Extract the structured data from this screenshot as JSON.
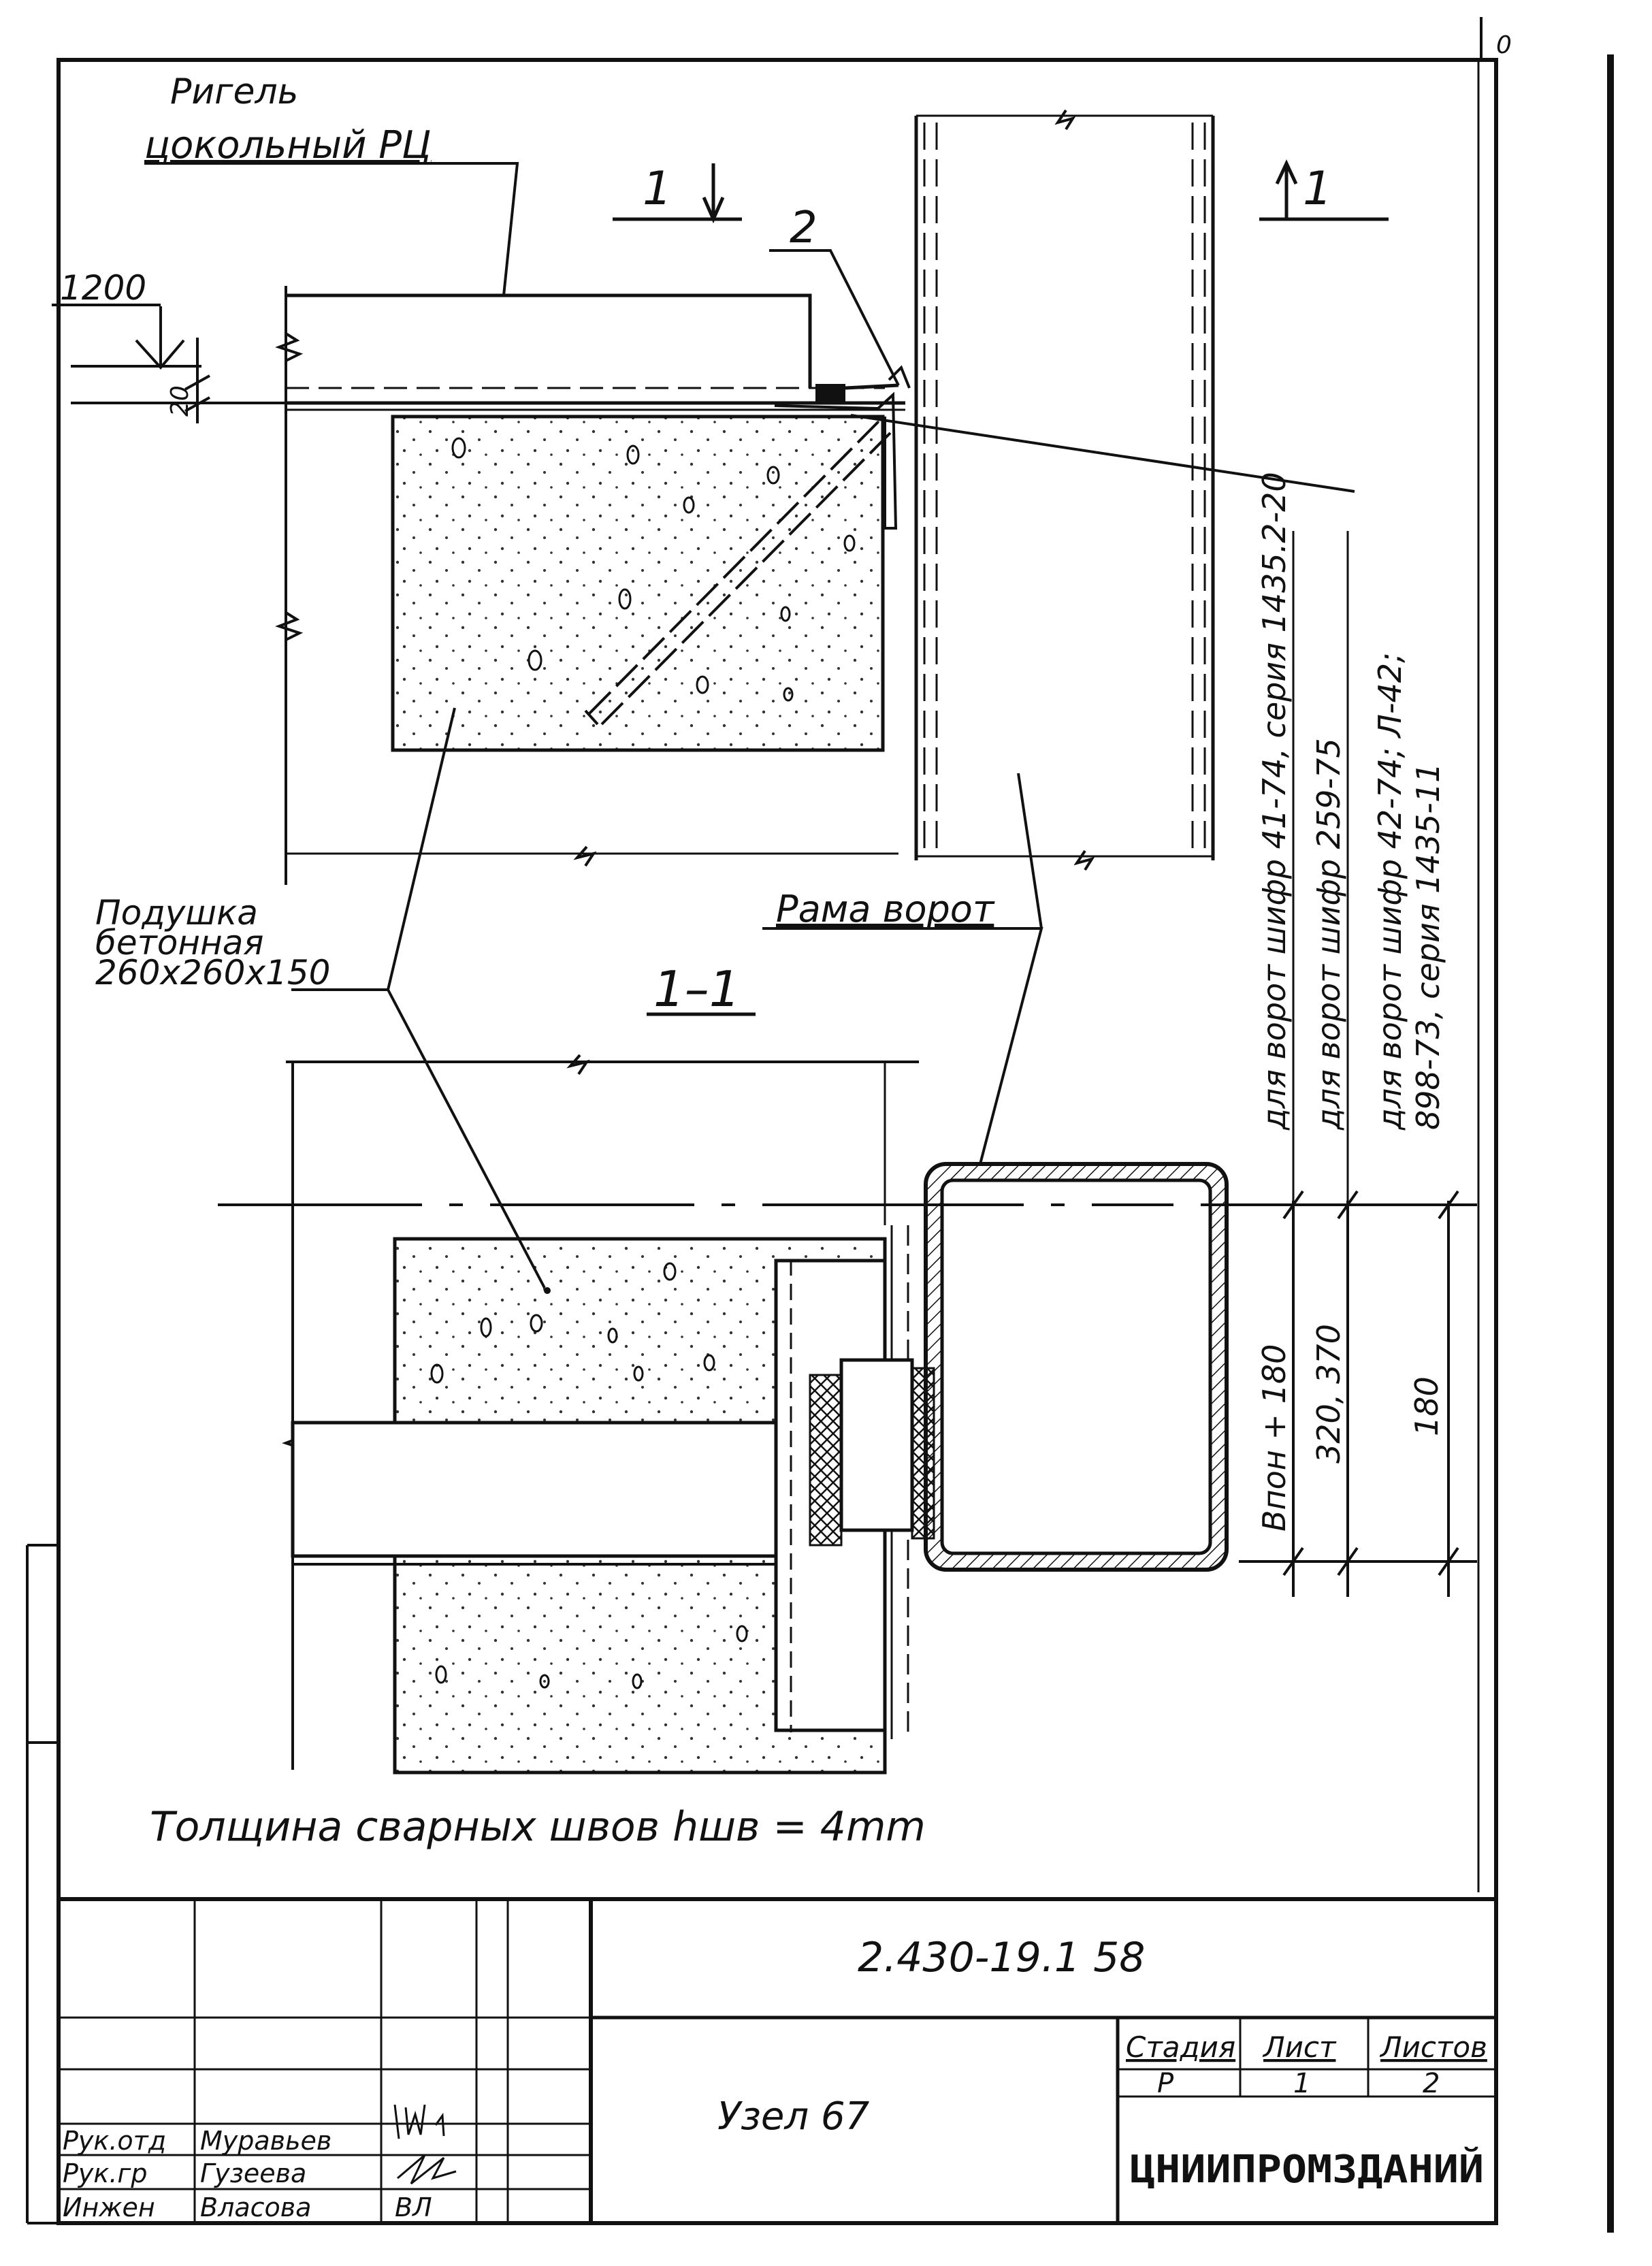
{
  "sheet_number": "0",
  "labels": {
    "rigel_line1": "Ригель",
    "rigel_line2": "цокольный РЦ",
    "elevation": "1200",
    "gap": "20",
    "section_mark": "1",
    "position_2": "2",
    "podushka_line1": "Подушка",
    "podushka_line2": "бетонная",
    "podushka_line3": "260x260x150",
    "rama": "Рама ворот",
    "section_title": "1–1",
    "weld_note": "Толщина сварных швов  hшв = 4mm"
  },
  "gate_table": {
    "rows": [
      {
        "desc": "для ворот шифр 41-74, серия 1435.2-20",
        "dim": "Впон + 180"
      },
      {
        "desc": "для ворот шифр 259-75",
        "dim": "320, 370"
      },
      {
        "desc": "для ворот шифр 42-74; Л-42;",
        "desc2": "898-73, серия 1435-11",
        "dim": "180"
      }
    ]
  },
  "title_block": {
    "doc_code": "2.430-19.1  58",
    "drawing_name": "Узел 67",
    "stage_header": "Стадия",
    "sheet_header": "Лист",
    "sheets_header": "Листов",
    "stage": "Р",
    "sheet": "1",
    "sheets": "2",
    "organization": "ЦНИИПРОМЗДАНИЙ",
    "staff": [
      {
        "role": "Рук.отд",
        "name": "Муравьев"
      },
      {
        "role": "Рук.гр",
        "name": "Гузеева"
      },
      {
        "role": "Инжен",
        "name": "Власова",
        "sig": "ВЛ"
      }
    ]
  }
}
